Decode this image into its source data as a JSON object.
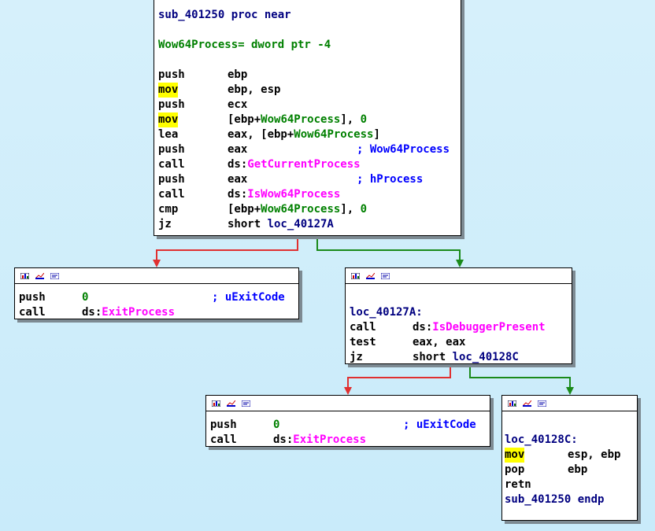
{
  "node_main": {
    "proc": "sub_401250 proc near",
    "var": "Wow64Process= dword ptr -4",
    "lines": [
      {
        "op": "push",
        "a": "ebp",
        "hl": false
      },
      {
        "op": "mov",
        "a": "ebp, esp",
        "hl": true
      },
      {
        "op": "push",
        "a": "ecx",
        "hl": false
      },
      {
        "op": "mov",
        "a1": "[ebp+",
        "a2": "Wow64Process",
        "a3": "], 0",
        "hl": true
      },
      {
        "op": "lea",
        "a1": "eax, [ebp+",
        "a2": "Wow64Process",
        "a3": "]",
        "hl": false
      },
      {
        "op": "push",
        "a": "eax",
        "cmt": "; Wow64Process",
        "hl": false
      },
      {
        "op": "call",
        "a1": "ds:",
        "a2": "GetCurrentProcess",
        "hl": false
      },
      {
        "op": "push",
        "a": "eax",
        "cmt": "; hProcess",
        "hl": false
      },
      {
        "op": "call",
        "a1": "ds:",
        "a2": "IsWow64Process",
        "hl": false
      },
      {
        "op": "cmp",
        "a1": "[ebp+",
        "a2": "Wow64Process",
        "a3": "], 0",
        "hl": false
      },
      {
        "op": "jz",
        "a1": "short ",
        "a2": "loc_40127A",
        "hl": false
      }
    ]
  },
  "node_exit1": {
    "lines": [
      {
        "op": "push",
        "a": "0",
        "cmt": "; uExitCode"
      },
      {
        "op": "call",
        "a1": "ds:",
        "a2": "ExitProcess"
      }
    ]
  },
  "node_debug": {
    "label": "loc_40127A:",
    "lines": [
      {
        "op": "call",
        "a1": "ds:",
        "a2": "IsDebuggerPresent"
      },
      {
        "op": "test",
        "a": "eax, eax"
      },
      {
        "op": "jz",
        "a1": "short ",
        "a2": "loc_40128C"
      }
    ]
  },
  "node_exit2": {
    "lines": [
      {
        "op": "push",
        "a": "0",
        "cmt": "; uExitCode"
      },
      {
        "op": "call",
        "a1": "ds:",
        "a2": "ExitProcess"
      }
    ]
  },
  "node_end": {
    "label": "loc_40128C:",
    "lines": [
      {
        "op": "mov",
        "a": "esp, ebp",
        "hl": true
      },
      {
        "op": "pop",
        "a": "ebp",
        "hl": false
      },
      {
        "op": "retn",
        "a": "",
        "hl": false
      }
    ],
    "endp": "sub_401250 endp"
  },
  "colors": {
    "false_edge": "#e03030",
    "true_edge": "#1a8a1a",
    "background": "#cfeefb"
  }
}
